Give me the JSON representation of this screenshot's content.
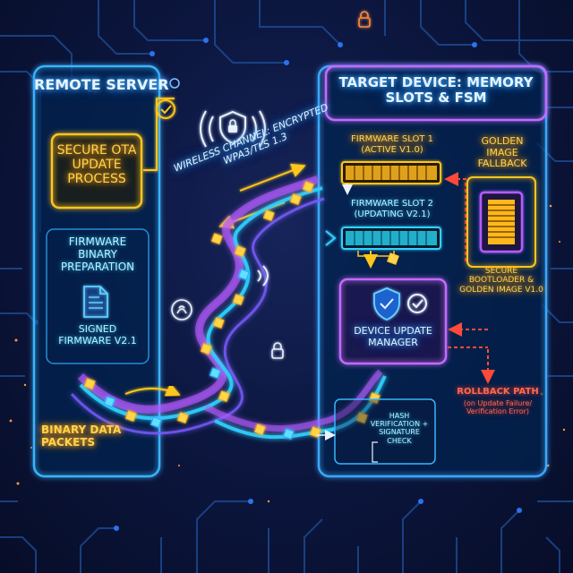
{
  "remote_server": {
    "title": "Remote Server",
    "process": "Secure OTA Update Process",
    "prep": "Firmware Binary Preparation",
    "signed": "Signed Firmware v2.1",
    "packets": "Binary Data Packets"
  },
  "channel": {
    "label": "Wireless Channel: Encrypted WPA3/TLS 1.3"
  },
  "target": {
    "title": "Target Device: Memory Slots & FSM",
    "slot1": "Firmware Slot 1 (Active v1.0)",
    "slot2": "Firmware Slot 2 (Updating v2.1)",
    "golden": "Golden Image Fallback",
    "bootloader": "Secure Bootloader & Golden Image v1.0",
    "manager": "Device Update Manager",
    "hash": "Hash Verification + Signature Check",
    "rollback": "Rollback Path",
    "rollback_note": "(on Update Failure/ Verification Error)"
  },
  "colors": {
    "blue": "#2fa8ff",
    "yellow": "#ffc61a",
    "purple": "#b45cff",
    "red": "#ff4a3a"
  }
}
